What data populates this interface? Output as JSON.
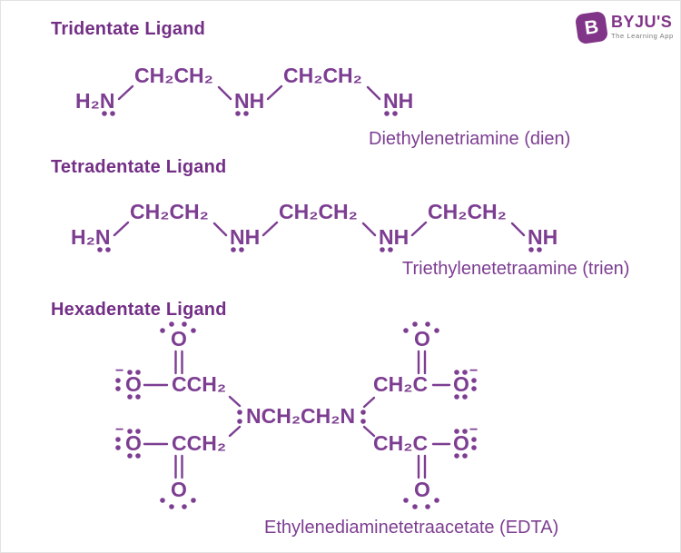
{
  "colors": {
    "structure_purple": "#7d3e92",
    "heading_purple": "#732f86",
    "logo_purple": "#813588",
    "tagline_gray": "#77787b",
    "background": "#ffffff"
  },
  "logo": {
    "badge_letter": "B",
    "brand": "BYJU'S",
    "tagline": "The Learning App"
  },
  "tridentate": {
    "heading": "Tridentate Ligand",
    "caption": "Diethylenetriamine (dien)",
    "g": {
      "n1": "H₂N",
      "e1": "CH₂CH₂",
      "n2": "NH",
      "e2": "CH₂CH₂",
      "n3": "NH"
    }
  },
  "tetradentate": {
    "heading": "Tetradentate Ligand",
    "caption": "Triethylenetetraamine (trien)",
    "g": {
      "n1": "H₂N",
      "e1": "CH₂CH₂",
      "n2": "NH",
      "e2": "CH₂CH₂",
      "n3": "NH",
      "e3": "CH₂CH₂",
      "n4": "NH"
    }
  },
  "hexadentate": {
    "heading": "Hexadentate Ligand",
    "caption": "Ethylenediaminetetraacetate (EDTA)",
    "g": {
      "backbone": "NCH₂CH₂N",
      "tl_acetate": "CCH₂",
      "bl_acetate": "CCH₂",
      "tr_acetate": "CH₂C",
      "br_acetate": "CH₂C",
      "oxygen": "O",
      "charge": "−"
    }
  }
}
